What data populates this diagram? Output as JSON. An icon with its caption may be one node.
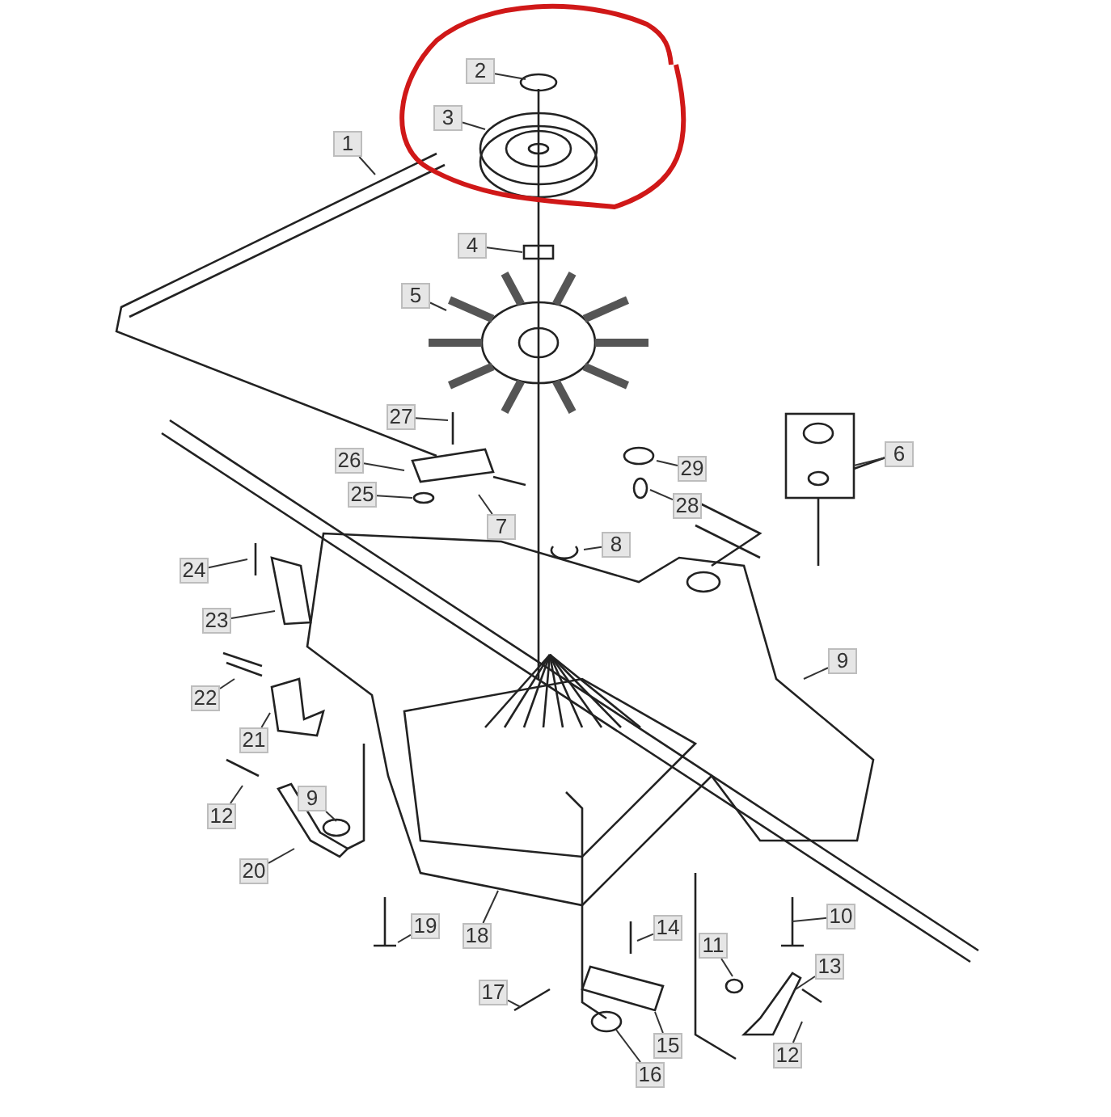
{
  "diagram": {
    "nodes": [
      {
        "text": [
          "2"
        ]
      },
      {
        "text": [
          "3"
        ]
      },
      {
        "text": [
          "1"
        ]
      },
      {
        "text": [
          "4"
        ]
      },
      {
        "text": [
          "5"
        ]
      },
      {
        "text": [
          "27"
        ]
      },
      {
        "text": [
          "6"
        ]
      },
      {
        "text": [
          "26"
        ]
      },
      {
        "text": [
          "29"
        ]
      },
      {
        "text": [
          "25"
        ]
      },
      {
        "text": [
          "28"
        ]
      },
      {
        "text": [
          "7"
        ]
      },
      {
        "text": [
          "8"
        ]
      },
      {
        "text": [
          "24"
        ]
      },
      {
        "text": [
          "23"
        ]
      },
      {
        "text": [
          "9"
        ]
      },
      {
        "text": [
          "22"
        ]
      },
      {
        "text": [
          "21"
        ]
      },
      {
        "text": [
          "9"
        ]
      },
      {
        "text": [
          "12"
        ]
      },
      {
        "text": [
          "20"
        ]
      },
      {
        "text": [
          "10"
        ]
      },
      {
        "text": [
          "19"
        ]
      },
      {
        "text": [
          "14"
        ]
      },
      {
        "text": [
          "18"
        ]
      },
      {
        "text": [
          "11"
        ]
      },
      {
        "text": [
          "13"
        ]
      },
      {
        "text": [
          "17"
        ]
      },
      {
        "text": [
          "15"
        ]
      },
      {
        "text": [
          "12"
        ]
      },
      {
        "text": [
          "16"
        ]
      }
    ],
    "edges": [
      {
        "from": 0,
        "to": null,
        "arrow": "none"
      },
      {
        "from": 1,
        "to": null,
        "arrow": "none"
      },
      {
        "from": 2,
        "to": null,
        "arrow": "none"
      },
      {
        "from": 3,
        "to": null,
        "arrow": "none"
      },
      {
        "from": 4,
        "to": null,
        "arrow": "none"
      },
      {
        "from": 5,
        "to": null,
        "arrow": "none"
      },
      {
        "from": 6,
        "to": null,
        "arrow": "none"
      },
      {
        "from": 7,
        "to": null,
        "arrow": "none"
      },
      {
        "from": 8,
        "to": null,
        "arrow": "none"
      },
      {
        "from": 9,
        "to": null,
        "arrow": "none"
      },
      {
        "from": 10,
        "to": null,
        "arrow": "none"
      },
      {
        "from": 11,
        "to": null,
        "arrow": "none"
      },
      {
        "from": 12,
        "to": null,
        "arrow": "none"
      },
      {
        "from": 13,
        "to": null,
        "arrow": "none"
      },
      {
        "from": 14,
        "to": null,
        "arrow": "none"
      },
      {
        "from": 15,
        "to": null,
        "arrow": "none"
      },
      {
        "from": 16,
        "to": null,
        "arrow": "none"
      },
      {
        "from": 17,
        "to": null,
        "arrow": "none"
      },
      {
        "from": 18,
        "to": null,
        "arrow": "none"
      },
      {
        "from": 19,
        "to": null,
        "arrow": "none"
      },
      {
        "from": 20,
        "to": null,
        "arrow": "none"
      },
      {
        "from": 21,
        "to": null,
        "arrow": "none"
      },
      {
        "from": 22,
        "to": null,
        "arrow": "none"
      },
      {
        "from": 23,
        "to": null,
        "arrow": "none"
      },
      {
        "from": 24,
        "to": null,
        "arrow": "none"
      },
      {
        "from": 25,
        "to": null,
        "arrow": "none"
      },
      {
        "from": 26,
        "to": null,
        "arrow": "none"
      },
      {
        "from": 27,
        "to": null,
        "arrow": "none"
      },
      {
        "from": 28,
        "to": null,
        "arrow": "none"
      },
      {
        "from": 29,
        "to": null,
        "arrow": "none"
      },
      {
        "from": 30,
        "to": null,
        "arrow": "none"
      }
    ]
  }
}
